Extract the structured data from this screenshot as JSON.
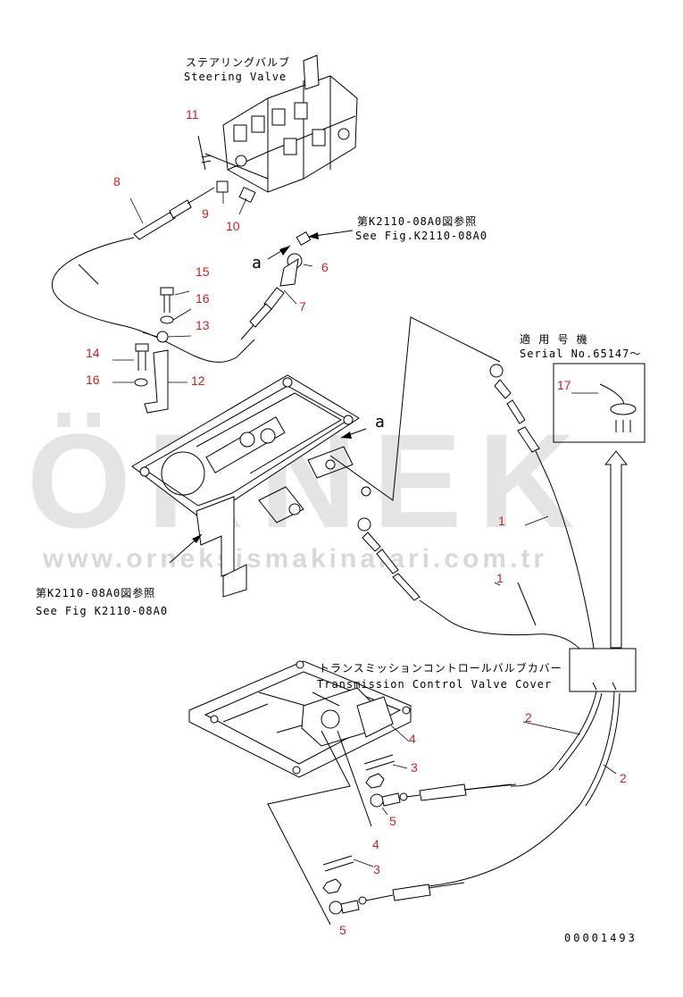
{
  "labels": {
    "steering_jp": "ステアリングバルブ",
    "steering_en": "Steering Valve",
    "ref_top_jp": "第K2110-08A0図参照",
    "ref_top_en": "See Fig.K2110-08A0",
    "ref_left_jp": "第K2110-08A0図参照",
    "ref_left_en": "See Fig K2110-08A0",
    "serial_jp": "適 用 号 機",
    "serial_en": "Serial No.65147～",
    "tcv_jp": "トランスミッションコントロールバルブカバー",
    "tcv_en": "Transmission Control Valve Cover",
    "view_a_1": "a",
    "view_a_2": "a",
    "drawing_no": "00001493"
  },
  "callouts": [
    "11",
    "8",
    "9",
    "10",
    "6",
    "15",
    "16",
    "13",
    "7",
    "14",
    "16",
    "12",
    "17",
    "1",
    "1",
    "2",
    "2",
    "4",
    "3",
    "5",
    "4",
    "3",
    "5"
  ],
  "watermark": {
    "brand": "ÖRNEK",
    "url": "www.orneksismakinalari.com.tr"
  },
  "colors": {
    "callout": "#cc2222",
    "line": "#000000",
    "watermark": "#cfcfcf"
  }
}
